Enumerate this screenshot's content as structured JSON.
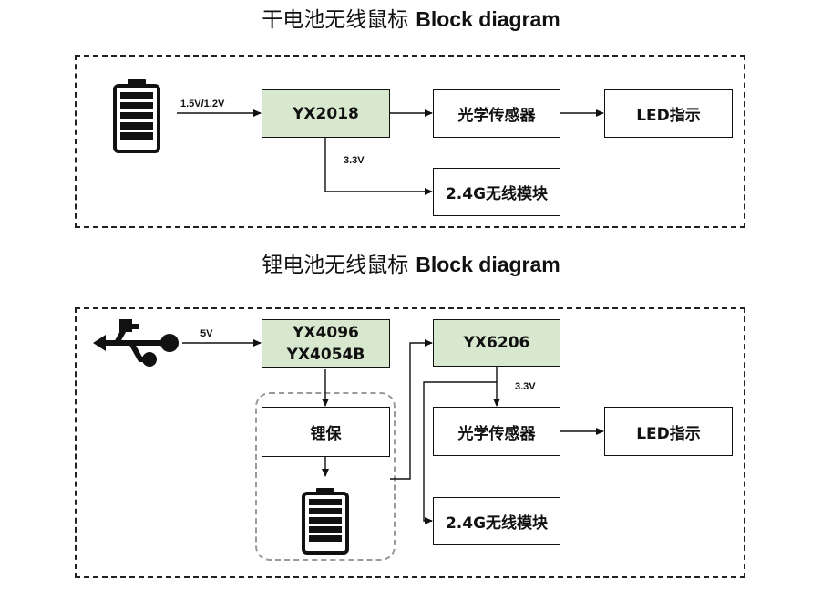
{
  "diagram1": {
    "title_cn": "干电池无线鼠标",
    "title_en": "Block diagram",
    "regulator": "YX2018",
    "optical_sensor": "光学传感器",
    "led": "LED指示",
    "wireless": "2.4G无线模块",
    "input_voltage": "1.5V/1.2V",
    "output_voltage": "3.3V"
  },
  "diagram2": {
    "title_cn": "锂电池无线鼠标",
    "title_en": "Block diagram",
    "charger_line1": "YX4096",
    "charger_line2": "YX4054B",
    "protect": "锂保",
    "regulator": "YX6206",
    "optical_sensor": "光学传感器",
    "led": "LED指示",
    "wireless": "2.4G无线模块",
    "input_voltage": "5V",
    "output_voltage": "3.3V"
  },
  "icons": [
    "battery-icon",
    "usb-icon",
    "battery-icon"
  ],
  "colors": {
    "green_block": "#d8e8cf",
    "line": "#111111",
    "sub_panel_border": "#9a9a9a"
  }
}
